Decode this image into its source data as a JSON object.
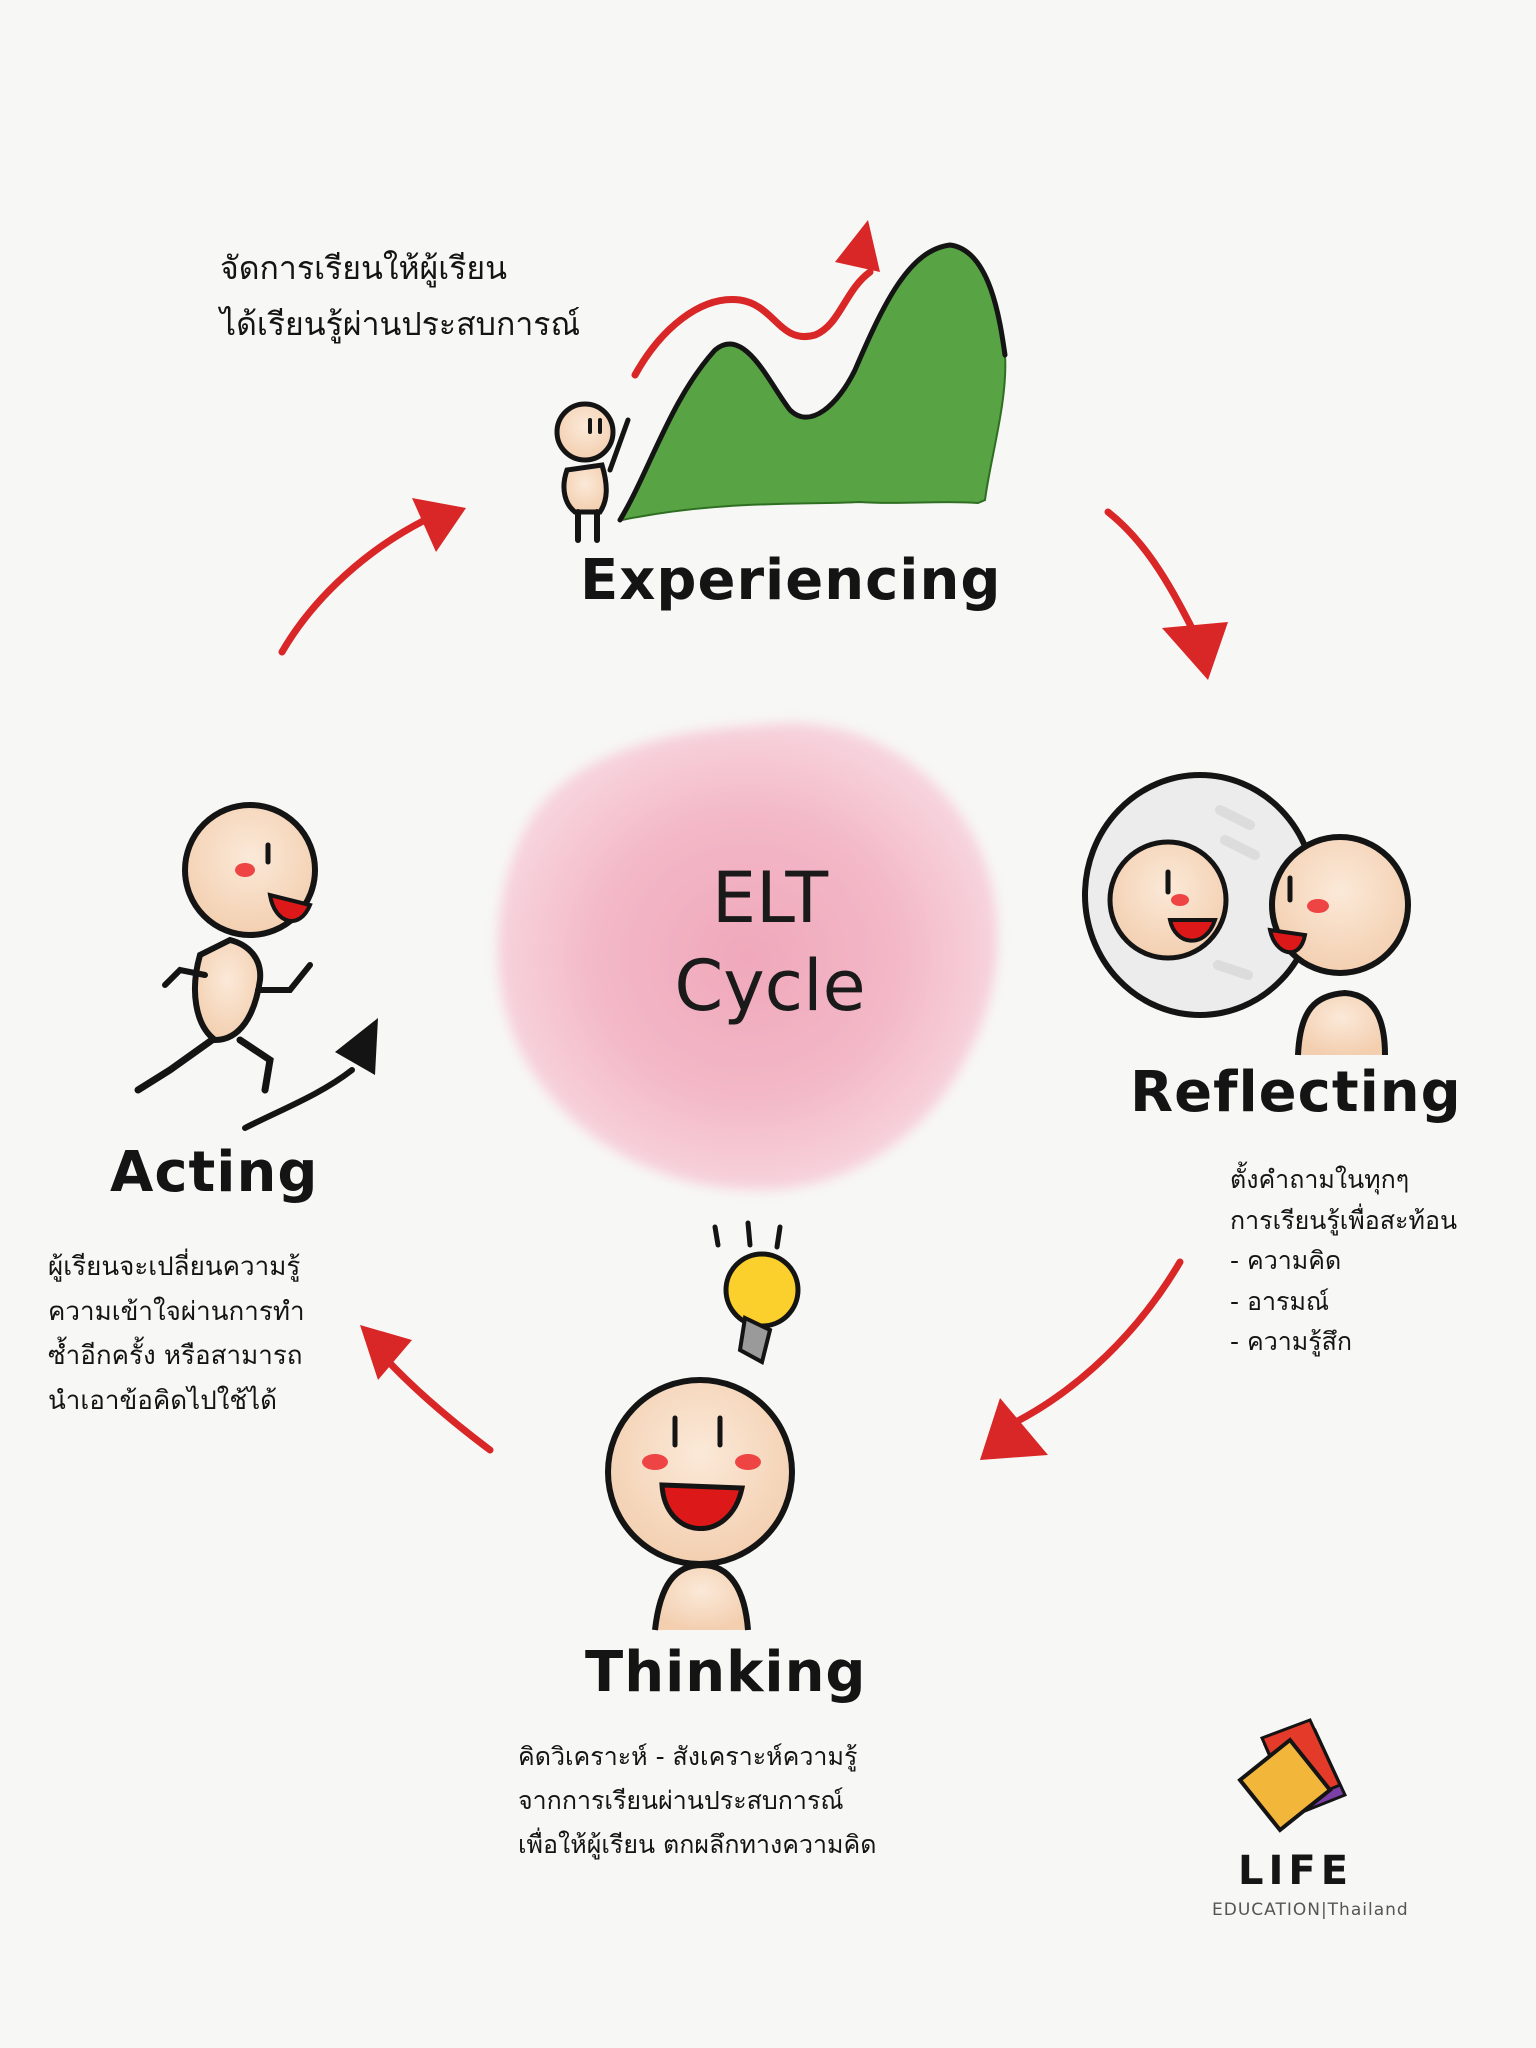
{
  "center": {
    "line1": "ELT",
    "line2": "Cycle"
  },
  "stages": {
    "experiencing": {
      "title": "Experiencing",
      "description": [
        "จัดการเรียนให้ผู้เรียน",
        "ได้เรียนรู้ผ่านประสบการณ์"
      ]
    },
    "reflecting": {
      "title": "Reflecting",
      "description": [
        "ตั้งคำถามในทุกๆ",
        "การเรียนรู้เพื่อสะท้อน",
        "- ความคิด",
        "- อารมณ์",
        "- ความรู้สึก"
      ]
    },
    "thinking": {
      "title": "Thinking",
      "description": [
        "คิดวิเคราะห์ - สังเคราะห์ความรู้",
        "จากการเรียนผ่านประสบการณ์",
        "เพื่อให้ผู้เรียน ตกผลึกทางความคิด"
      ]
    },
    "acting": {
      "title": "Acting",
      "description": [
        "ผู้เรียนจะเปลี่ยนความรู้",
        "ความเข้าใจผ่านการทำ",
        "ซ้ำอีกครั้ง หรือสามารถ",
        "นำเอาข้อคิดไปใช้ได้"
      ]
    }
  },
  "logo": {
    "name": "LIFE",
    "subtitle": "EDUCATION|Thailand"
  },
  "colors": {
    "background": "#f7f7f6",
    "arrow": "#d92626",
    "mountain": "#58a344",
    "skin": "#f6dcc4",
    "blush": "#ee4444",
    "mouth": "#dd1818",
    "center_blob": "#f3b4c4",
    "bulb": "#fcd02c",
    "ink": "#141414"
  },
  "icons": [
    "mountain-icon",
    "up-trend-arrow-icon",
    "mirror-icon",
    "lightbulb-icon",
    "running-person-icon",
    "step-up-arrow-icon",
    "life-logo-icon"
  ]
}
